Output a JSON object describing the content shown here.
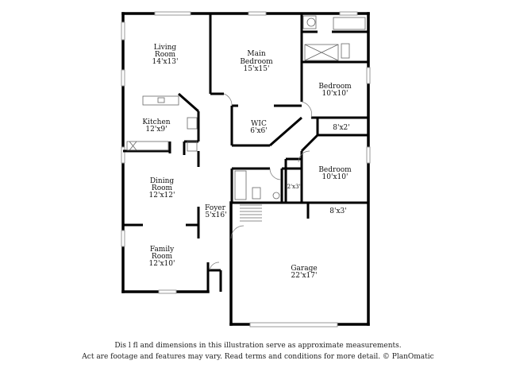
{
  "rooms": {
    "living": {
      "name": "Living",
      "name2": "Room",
      "dim": "14'x13'"
    },
    "main_bedroom": {
      "name": "Main",
      "name2": "Bedroom",
      "dim": "15'x15'"
    },
    "bedroom_top": {
      "name": "Bedroom",
      "dim": "10'x10'"
    },
    "kitchen": {
      "name": "Kitchen",
      "dim": "12'x9'"
    },
    "wic": {
      "name": "WIC",
      "dim": "6'x6'"
    },
    "closet_8x2": {
      "dim": "8'x2'"
    },
    "bedroom_mid": {
      "name": "Bedroom",
      "dim": "10'x10'"
    },
    "closet_2x3": {
      "dim": "2'x3'"
    },
    "dining": {
      "name": "Dining",
      "name2": "Room",
      "dim": "12'x12'"
    },
    "foyer": {
      "name": "Foyer",
      "dim": "5'x16'"
    },
    "closet_8x3": {
      "dim": "8'x3'"
    },
    "family": {
      "name": "Family",
      "name2": "Room",
      "dim": "12'x10'"
    },
    "garage": {
      "name": "Garage",
      "dim": "22'x17'"
    }
  },
  "disclaimer": {
    "line1": "Dis        l  fl        and dimensions in this illustration serve as approximate measurements.",
    "line2": "Act      are footage and features may vary. Read terms and conditions for more detail. © PlanOmatic"
  }
}
